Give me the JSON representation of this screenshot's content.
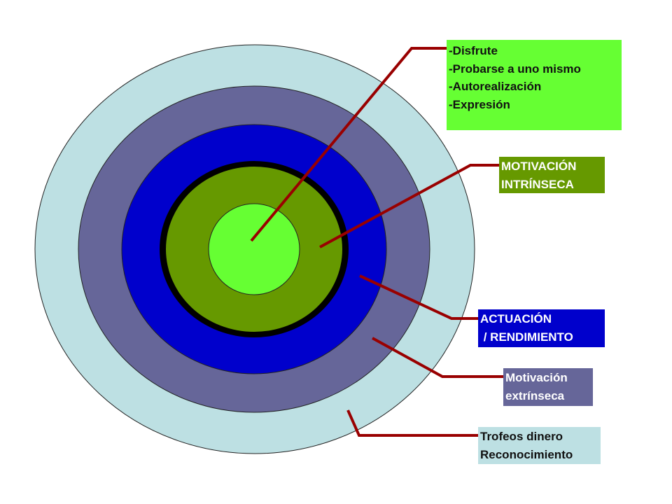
{
  "colors": {
    "outer_ring": "#bde0e3",
    "extrinsic_ring": "#666699",
    "performance_ring": "#0000cc",
    "black_ring": "#000000",
    "intrinsic_ring": "#669900",
    "core": "#66ff33",
    "connector": "#990000"
  },
  "labels": {
    "disfrute": [
      "-Disfrute",
      "-Probarse a uno mismo",
      "-Autorealización",
      "-Expresión"
    ],
    "intrinseca": [
      "MOTIVACIÓN",
      "INTRÍNSECA"
    ],
    "actuacion": [
      "ACTUACIÓN",
      " / RENDIMIENTO"
    ],
    "extrinseca": [
      "Motivación",
      "extrínseca"
    ],
    "trofeos": [
      "Trofeos dinero",
      "Reconocimiento"
    ]
  }
}
